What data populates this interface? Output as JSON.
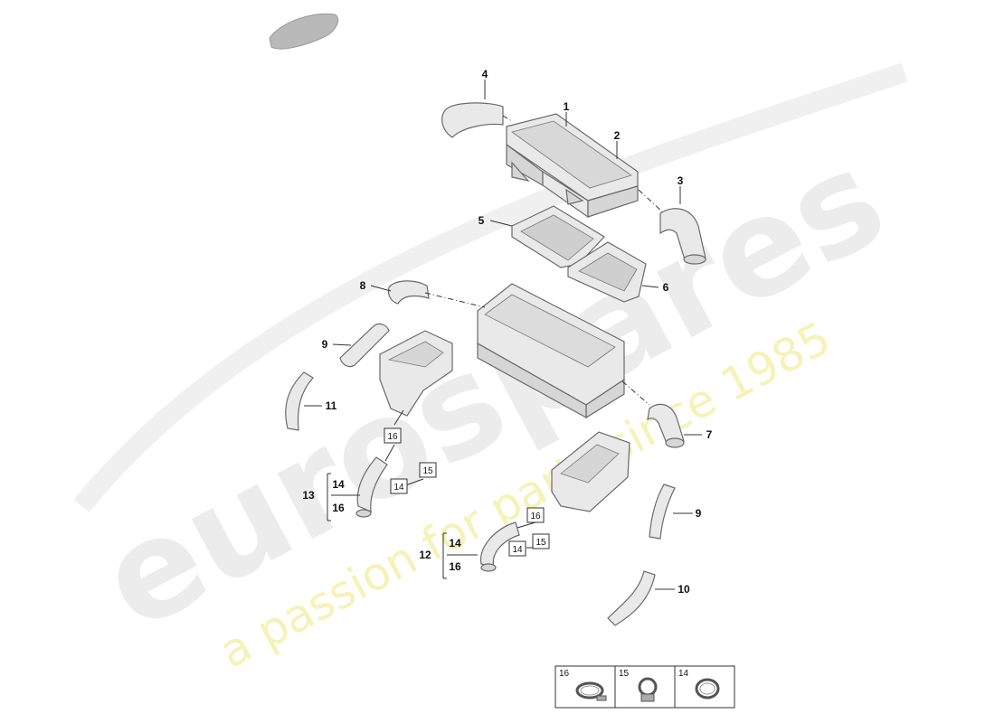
{
  "watermark": {
    "brand": "eurospares",
    "tagline": "a passion for parts since 1985"
  },
  "callouts": [
    {
      "id": "c1",
      "text": "1"
    },
    {
      "id": "c2",
      "text": "2"
    },
    {
      "id": "c3",
      "text": "3"
    },
    {
      "id": "c4",
      "text": "4"
    },
    {
      "id": "c5",
      "text": "5"
    },
    {
      "id": "c6",
      "text": "6"
    },
    {
      "id": "c7",
      "text": "7"
    },
    {
      "id": "c8",
      "text": "8"
    },
    {
      "id": "c9a",
      "text": "9"
    },
    {
      "id": "c9b",
      "text": "9"
    },
    {
      "id": "c10",
      "text": "10"
    },
    {
      "id": "c11",
      "text": "11"
    },
    {
      "id": "c12",
      "text": "12"
    },
    {
      "id": "c13",
      "text": "13"
    }
  ],
  "group13": {
    "label": "13",
    "items": [
      "14",
      "16"
    ]
  },
  "group12": {
    "label": "12",
    "items": [
      "14",
      "16"
    ]
  },
  "boxed_refs": [
    {
      "id": "b16a",
      "text": "16"
    },
    {
      "id": "b15a",
      "text": "15"
    },
    {
      "id": "b14a",
      "text": "14"
    },
    {
      "id": "b16b",
      "text": "16"
    },
    {
      "id": "b15b",
      "text": "15"
    },
    {
      "id": "b14b",
      "text": "14"
    }
  ],
  "legend": [
    {
      "num": "16",
      "icon": "hose-clamp-icon"
    },
    {
      "num": "15",
      "icon": "spring-clamp-icon"
    },
    {
      "num": "14",
      "icon": "seal-ring-icon"
    }
  ]
}
